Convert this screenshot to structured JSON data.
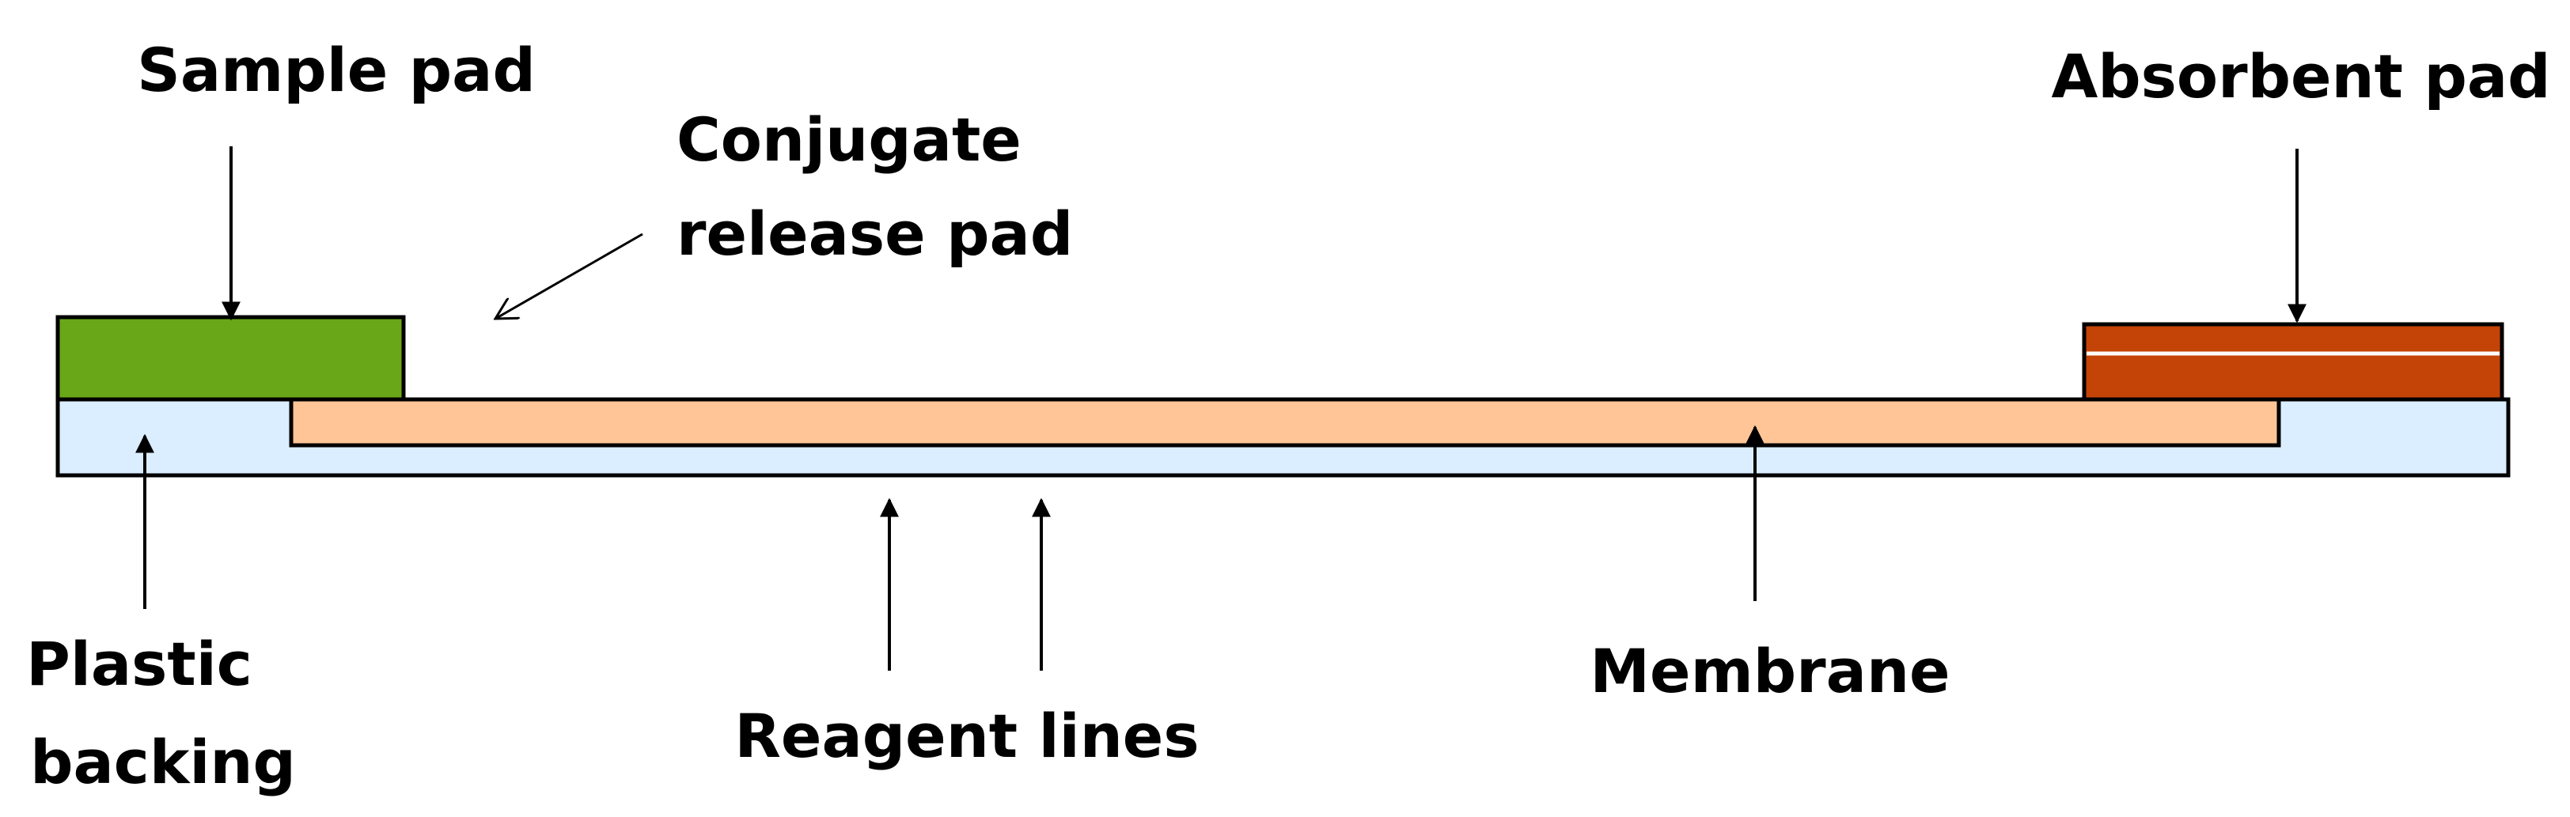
{
  "labels": {
    "sample_pad": "Sample pad",
    "conjugate_line1": "Conjugate",
    "conjugate_line2": "release pad",
    "absorbent_pad": "Absorbent pad",
    "plastic_line1": "Plastic",
    "plastic_line2": "backing",
    "reagent_lines": "Reagent lines",
    "membrane": "Membrane"
  },
  "colors": {
    "sample_pad": "#6aa718",
    "absorbent_pad": "#c44306",
    "membrane": "#ffc596",
    "plastic_backing": "#dbeeff",
    "outline": "#000000",
    "text": "#000000"
  }
}
